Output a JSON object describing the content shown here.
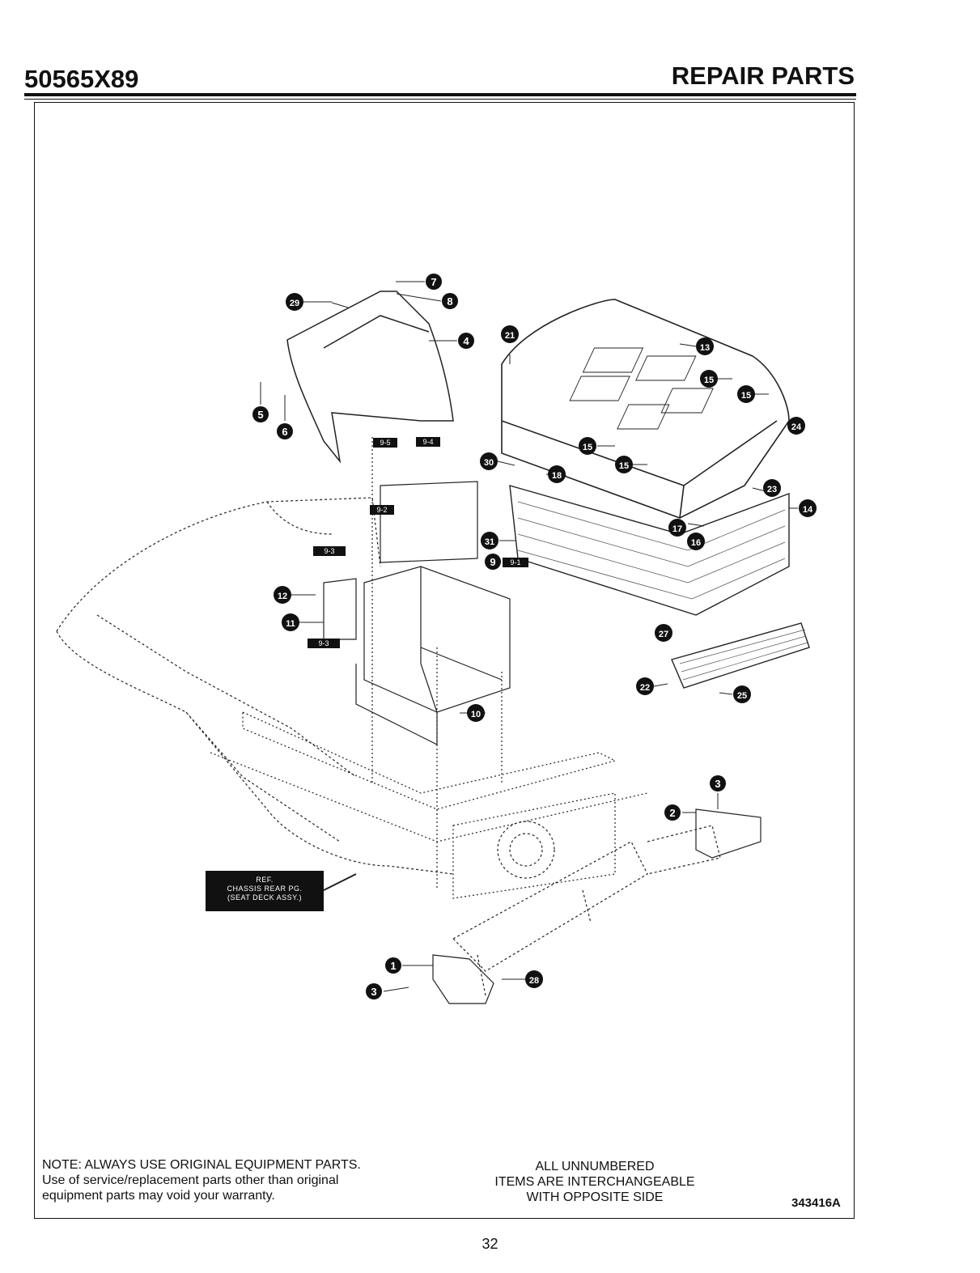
{
  "header": {
    "model": "50565X89",
    "section": "REPAIR PARTS"
  },
  "reference_box": {
    "line1": "REF.",
    "line2": "CHASSIS REAR PG.",
    "line3": "(SEAT DECK ASSY.)"
  },
  "callouts": [
    {
      "label": "7"
    },
    {
      "label": "8"
    },
    {
      "label": "29"
    },
    {
      "label": "4"
    },
    {
      "label": "5"
    },
    {
      "label": "6"
    },
    {
      "label": "21"
    },
    {
      "label": "13"
    },
    {
      "label": "15"
    },
    {
      "label": "15"
    },
    {
      "label": "15"
    },
    {
      "label": "15"
    },
    {
      "label": "24"
    },
    {
      "label": "30"
    },
    {
      "label": "18"
    },
    {
      "label": "23"
    },
    {
      "label": "14"
    },
    {
      "label": "17"
    },
    {
      "label": "16"
    },
    {
      "label": "31"
    },
    {
      "label": "9"
    },
    {
      "label": "12"
    },
    {
      "label": "11"
    },
    {
      "label": "10"
    },
    {
      "label": "27"
    },
    {
      "label": "22"
    },
    {
      "label": "25"
    },
    {
      "label": "3"
    },
    {
      "label": "2"
    },
    {
      "label": "1"
    },
    {
      "label": "3"
    },
    {
      "label": "28"
    }
  ],
  "sub_labels": [
    {
      "label": "9-5"
    },
    {
      "label": "9-4"
    },
    {
      "label": "9-2"
    },
    {
      "label": "9-3"
    },
    {
      "label": "9-1"
    },
    {
      "label": "9-3"
    }
  ],
  "footer": {
    "note_line1": "NOTE: ALWAYS USE ORIGINAL EQUIPMENT PARTS.",
    "note_line2": "Use of service/replacement parts other than original",
    "note_line3": "equipment parts may void your warranty.",
    "interchange_line1": "ALL UNNUMBERED",
    "interchange_line2": "ITEMS ARE INTERCHANGEABLE",
    "interchange_line3": "WITH OPPOSITE SIDE",
    "drawing_code": "343416A",
    "page_number": "32"
  }
}
